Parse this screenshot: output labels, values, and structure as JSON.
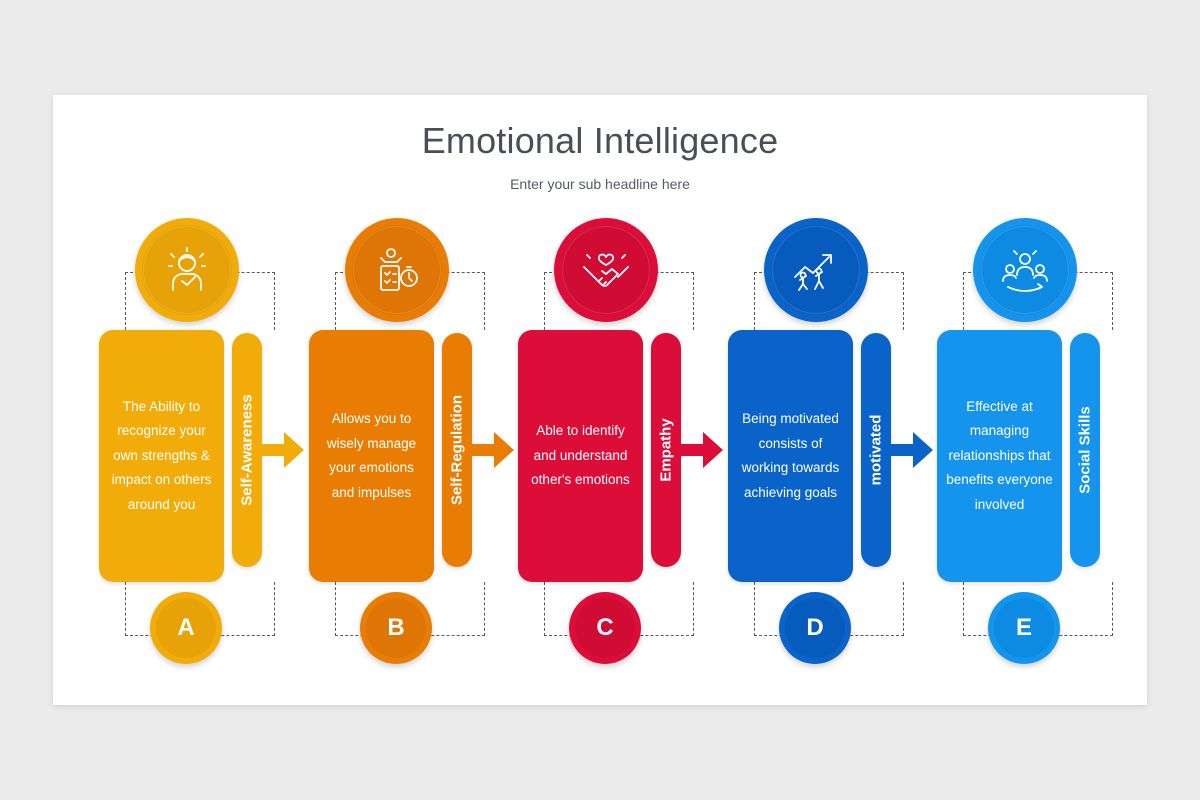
{
  "header": {
    "title": "Emotional Intelligence",
    "subtitle": "Enter your sub headline here"
  },
  "steps": [
    {
      "letter": "A",
      "label": "Self-Awareness",
      "description": "The Ability to recognize your own strengths & impact on others around you",
      "icon": "self-awareness-person-icon",
      "color": "#f2ac09",
      "dark": "#e7a208"
    },
    {
      "letter": "B",
      "label": "Self-Regulation",
      "description": "Allows you to wisely manage your emotions and impulses",
      "icon": "self-regulation-checklist-icon",
      "color": "#e97d04",
      "dark": "#df7504"
    },
    {
      "letter": "C",
      "label": "Empathy",
      "description": "Able to identify and understand other's emotions",
      "icon": "handshake-heart-icon",
      "color": "#dc0e39",
      "dark": "#d00b34"
    },
    {
      "letter": "D",
      "label": "motivated",
      "description": "Being motivated consists of working towards achieving goals",
      "icon": "teamwork-growth-arrow-icon",
      "color": "#0a63c9",
      "dark": "#075bbd"
    },
    {
      "letter": "E",
      "label": "Social Skills",
      "description": "Effective at managing relationships that benefits everyone involved",
      "icon": "social-group-icon",
      "color": "#1494ec",
      "dark": "#0d8ae2"
    }
  ]
}
